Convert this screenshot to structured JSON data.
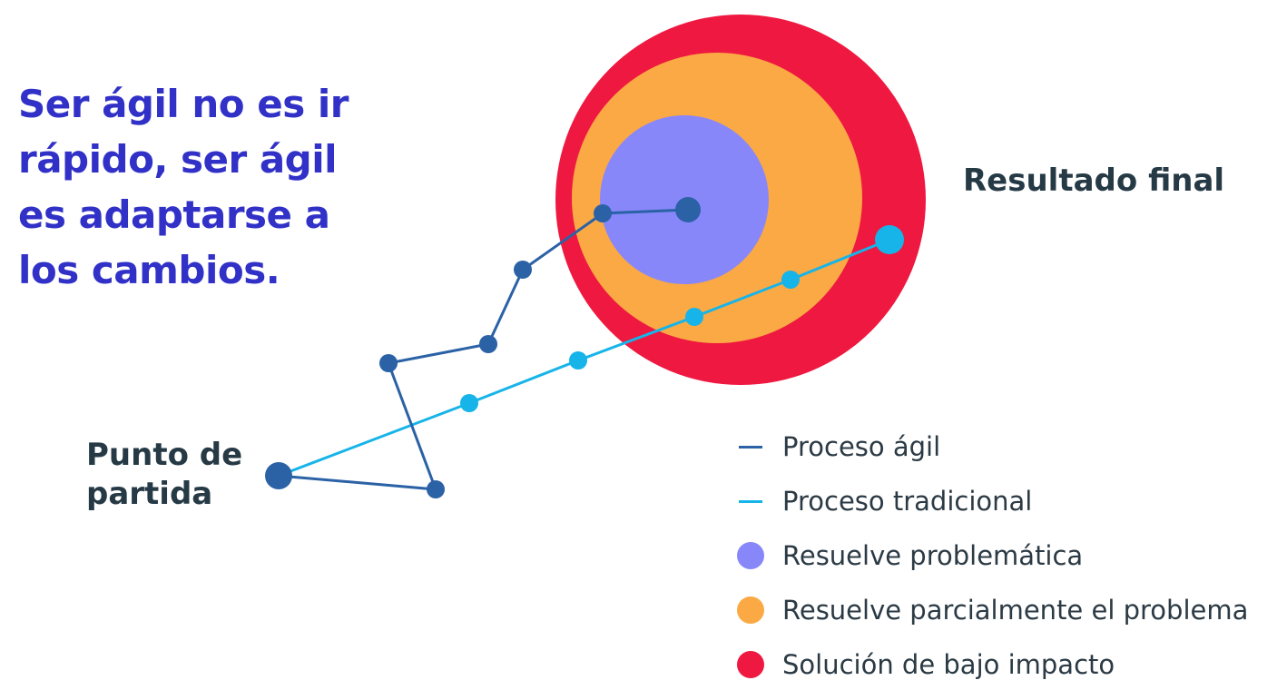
{
  "quote": "Ser ágil no es ir rápido, ser ágil es adaptarse a los cambios.",
  "labels": {
    "end": "Resultado final",
    "start": "Punto de partida"
  },
  "legend": [
    {
      "text": "Proceso ágil",
      "kind": "line",
      "color": "#2b62a6"
    },
    {
      "text": "Proceso tradicional",
      "kind": "line",
      "color": "#16b4e8"
    },
    {
      "text": "Resuelve problemática",
      "kind": "dot",
      "color": "#8787fa"
    },
    {
      "text": "Resuelve parcialmente el problema",
      "kind": "dot",
      "color": "#fba944"
    },
    {
      "text": "Solución de bajo impacto",
      "kind": "dot",
      "color": "#ef1840"
    }
  ],
  "colors": {
    "quote": "#3131c8",
    "label": "#263a46",
    "agile": "#2b62a6",
    "traditional": "#16b4e8",
    "solves": "#8787fa",
    "partial": "#fba944",
    "low_impact": "#ef1840"
  }
}
